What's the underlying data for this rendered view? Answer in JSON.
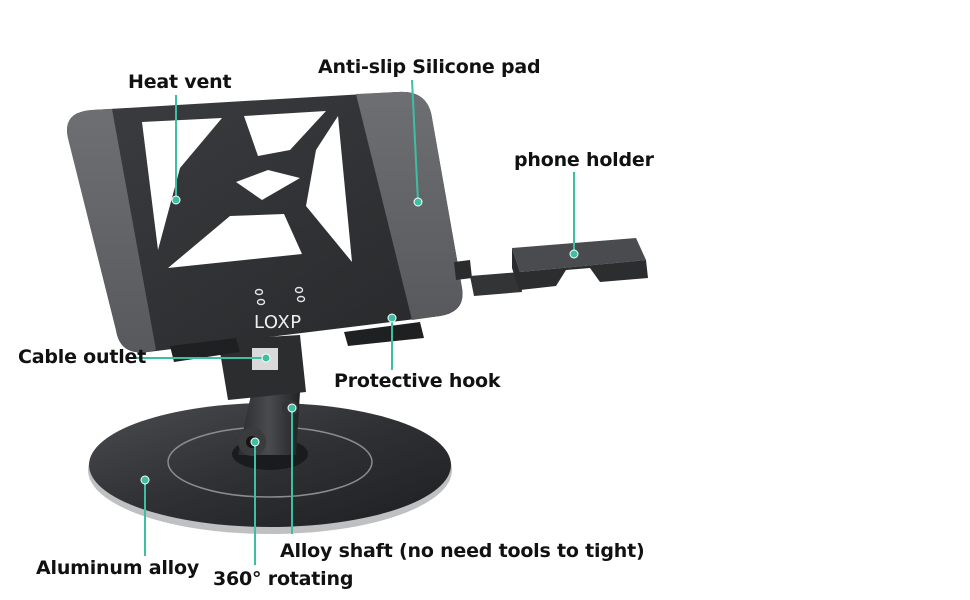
{
  "brand": "LOXP",
  "accent_color": "#3dbfa3",
  "labels": {
    "heat_vent": "Heat vent",
    "silicone_pad": "Anti-slip Silicone pad",
    "phone_holder": "phone holder",
    "cable_outlet": "Cable outlet",
    "protective_hook": "Protective hook",
    "aluminum_alloy": "Aluminum alloy",
    "alloy_shaft": "Alloy shaft (no need tools to tight)",
    "rotating": "360° rotating"
  }
}
